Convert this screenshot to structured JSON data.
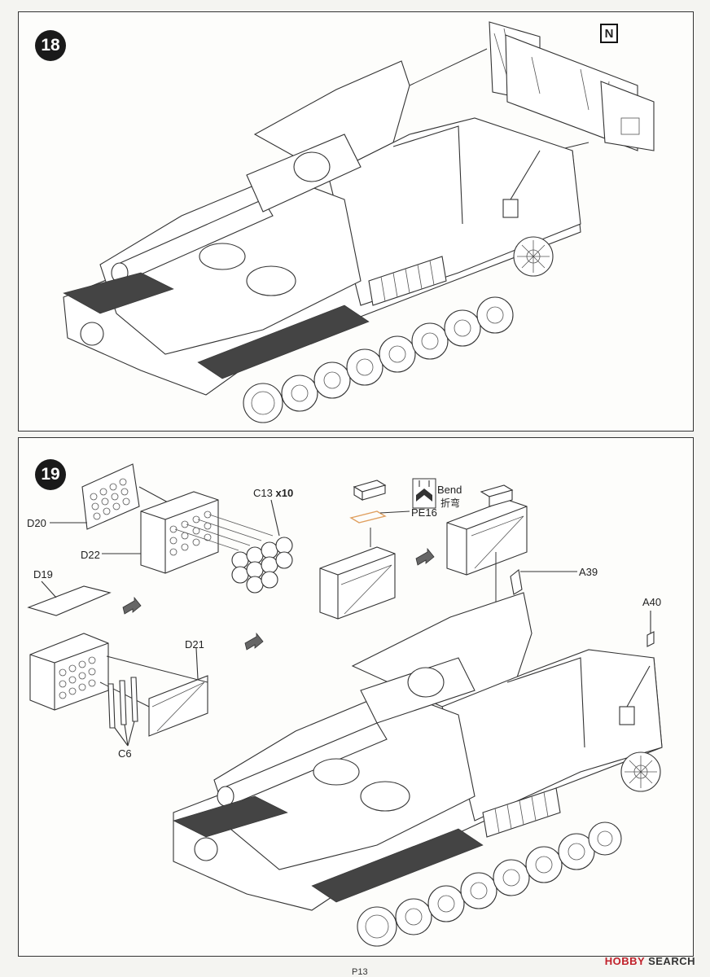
{
  "steps": [
    {
      "number": "18",
      "labels": {
        "part_n": "N"
      }
    },
    {
      "number": "19",
      "labels": {
        "d20": "D20",
        "d22": "D22",
        "c13": "C13",
        "c13_qty": "x10",
        "d19": "D19",
        "d21": "D21",
        "c6": "C6",
        "bend": "Bend",
        "bend_cn": "折弯",
        "pe16": "PE16",
        "a39": "A39",
        "a40": "A40"
      }
    }
  ],
  "footer": {
    "page": "P13",
    "watermark_brand": "HOBBY",
    "watermark_suffix": "SEARCH"
  },
  "colors": {
    "line": "#333333",
    "photo_etch": "#e0a060",
    "badge": "#1a1a1a",
    "watermark": "#c0202a"
  }
}
